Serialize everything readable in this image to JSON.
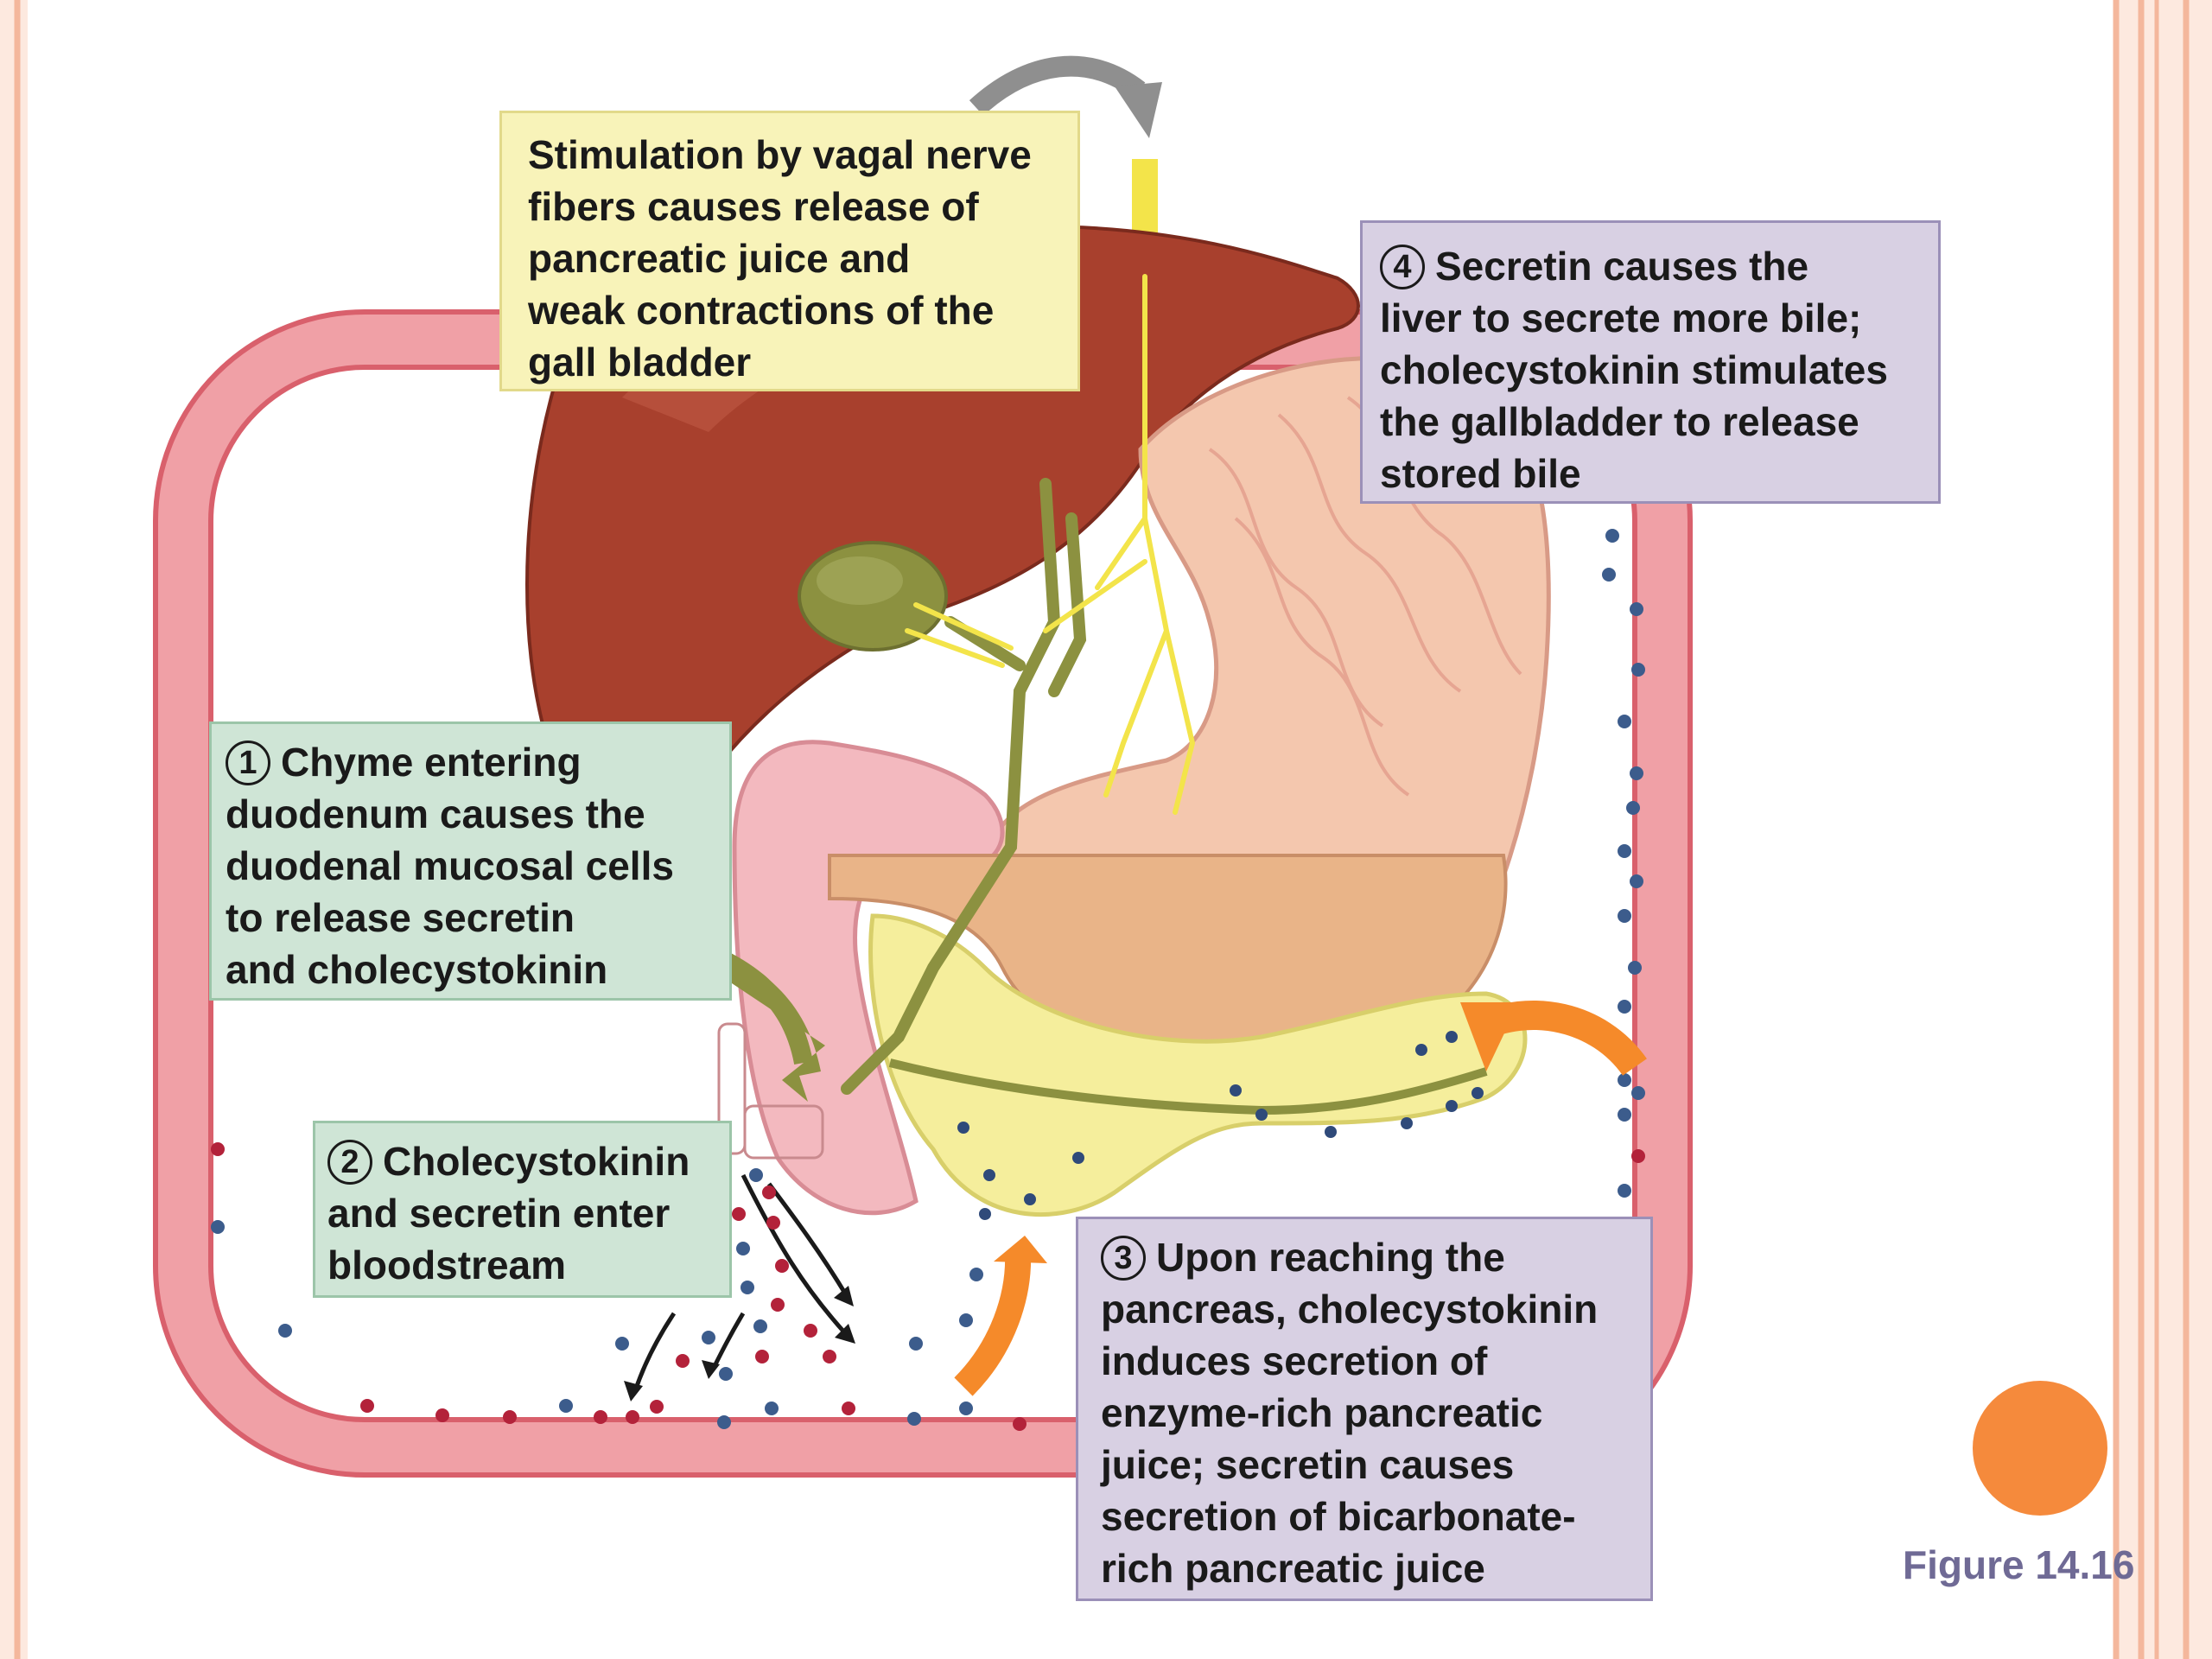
{
  "callouts": {
    "vagal": {
      "lines": [
        "Stimulation by vagal nerve",
        "fibers causes release of",
        "pancreatic juice and",
        "weak contractions of the",
        "gall bladder"
      ]
    },
    "step1": {
      "number": "1",
      "lines": [
        "Chyme entering",
        "duodenum causes the",
        "duodenal mucosal cells",
        "to release secretin",
        "and cholecystokinin"
      ]
    },
    "step2": {
      "number": "2",
      "lines": [
        "Cholecystokinin",
        "and secretin enter",
        "bloodstream"
      ]
    },
    "step3": {
      "number": "3",
      "lines": [
        "Upon reaching the",
        "pancreas, cholecystokinin",
        "induces secretion of",
        "enzyme-rich pancreatic",
        "juice; secretin causes",
        "secretion of bicarbonate-",
        "rich pancreatic juice"
      ]
    },
    "step4": {
      "number": "4",
      "lines": [
        "Secretin causes the",
        "liver to secrete more bile;",
        "cholecystokinin stimulates",
        "the gallbladder to release",
        "stored bile"
      ]
    }
  },
  "figure_caption": "Figure 14.16",
  "colors": {
    "slide_border": "#f4b79c",
    "accent_circle": "#f58a3c",
    "blood_vessel": "#f0a0a6",
    "liver": "#a8402d",
    "stomach": "#f4c7ae",
    "pancreas": "#f5ee9c",
    "gallbladder": "#8c9140",
    "nerve": "#f3e44a",
    "arrow_orange": "#f58a2a",
    "arrow_olive": "#8c9140",
    "caption": "#6f6a95"
  }
}
